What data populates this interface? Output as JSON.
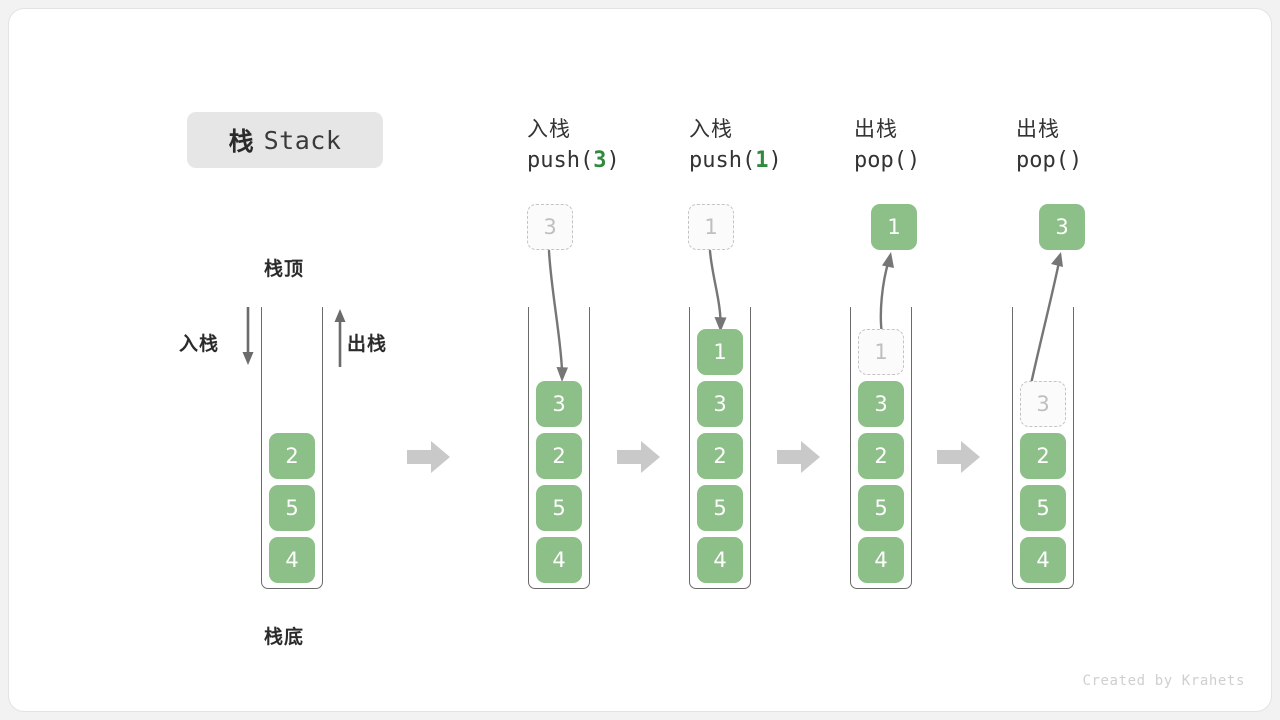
{
  "title": {
    "cn": "栈",
    "en": "Stack"
  },
  "colors": {
    "cell_fill": "#8dbf88",
    "cell_text": "#ffffff",
    "ghost_border": "#c4c4c4",
    "ghost_text": "#bfbfbf",
    "accent_green": "#2f8a3d",
    "wall": "#6b6b6b",
    "step_arrow": "#c9c9c9",
    "chip_bg": "#e6e6e6"
  },
  "left_diagram": {
    "top_label": "栈顶",
    "bottom_label": "栈底",
    "push_label": "入栈",
    "pop_label": "出栈",
    "cells": [
      "2",
      "5",
      "4"
    ]
  },
  "steps": [
    {
      "id": "push-3",
      "head_cn": "入栈",
      "head_code_prefix": "push(",
      "head_code_num": "3",
      "head_code_suffix": ")",
      "outside": {
        "value": "3",
        "style": "ghost"
      },
      "arrow": "down-into-stack",
      "cells": [
        {
          "value": "3",
          "style": "filled"
        },
        {
          "value": "2",
          "style": "filled"
        },
        {
          "value": "5",
          "style": "filled"
        },
        {
          "value": "4",
          "style": "filled"
        }
      ]
    },
    {
      "id": "push-1",
      "head_cn": "入栈",
      "head_code_prefix": "push(",
      "head_code_num": "1",
      "head_code_suffix": ")",
      "outside": {
        "value": "1",
        "style": "ghost"
      },
      "arrow": "down-into-stack",
      "cells": [
        {
          "value": "1",
          "style": "filled"
        },
        {
          "value": "3",
          "style": "filled"
        },
        {
          "value": "2",
          "style": "filled"
        },
        {
          "value": "5",
          "style": "filled"
        },
        {
          "value": "4",
          "style": "filled"
        }
      ]
    },
    {
      "id": "pop-1",
      "head_cn": "出栈",
      "head_code_prefix": "pop(",
      "head_code_num": "",
      "head_code_suffix": ")",
      "outside": {
        "value": "1",
        "style": "filled"
      },
      "arrow": "up-out-of-stack",
      "cells": [
        {
          "value": "1",
          "style": "ghost"
        },
        {
          "value": "3",
          "style": "filled"
        },
        {
          "value": "2",
          "style": "filled"
        },
        {
          "value": "5",
          "style": "filled"
        },
        {
          "value": "4",
          "style": "filled"
        }
      ]
    },
    {
      "id": "pop-2",
      "head_cn": "出栈",
      "head_code_prefix": "pop(",
      "head_code_num": "",
      "head_code_suffix": ")",
      "outside": {
        "value": "3",
        "style": "filled"
      },
      "arrow": "up-out-of-stack",
      "cells": [
        {
          "value": "",
          "style": "empty"
        },
        {
          "value": "3",
          "style": "ghost"
        },
        {
          "value": "2",
          "style": "filled"
        },
        {
          "value": "5",
          "style": "filled"
        },
        {
          "value": "4",
          "style": "filled"
        }
      ]
    }
  ],
  "credit": "Created by Krahets"
}
